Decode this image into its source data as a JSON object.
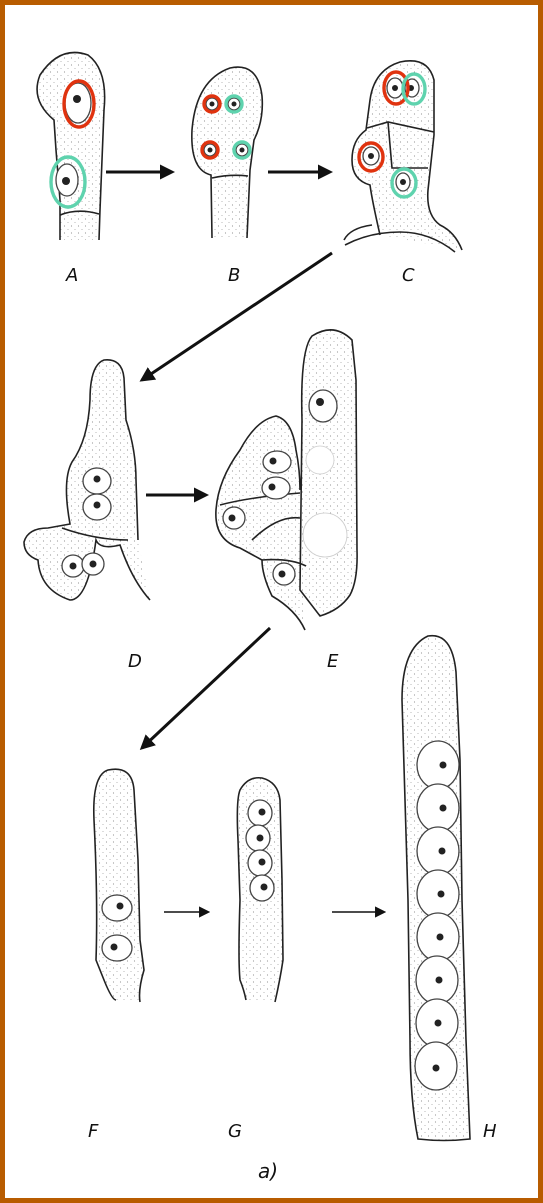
{
  "panel_labels": {
    "a": "A",
    "b": "B",
    "c": "C",
    "d": "D",
    "e": "E",
    "f": "F",
    "g": "G",
    "h": "H"
  },
  "subfigure_label": "a)",
  "colors": {
    "frame": "#b85c00",
    "nucleus_marker_1": "#e0330f",
    "nucleus_marker_2": "#5fd3ae"
  }
}
